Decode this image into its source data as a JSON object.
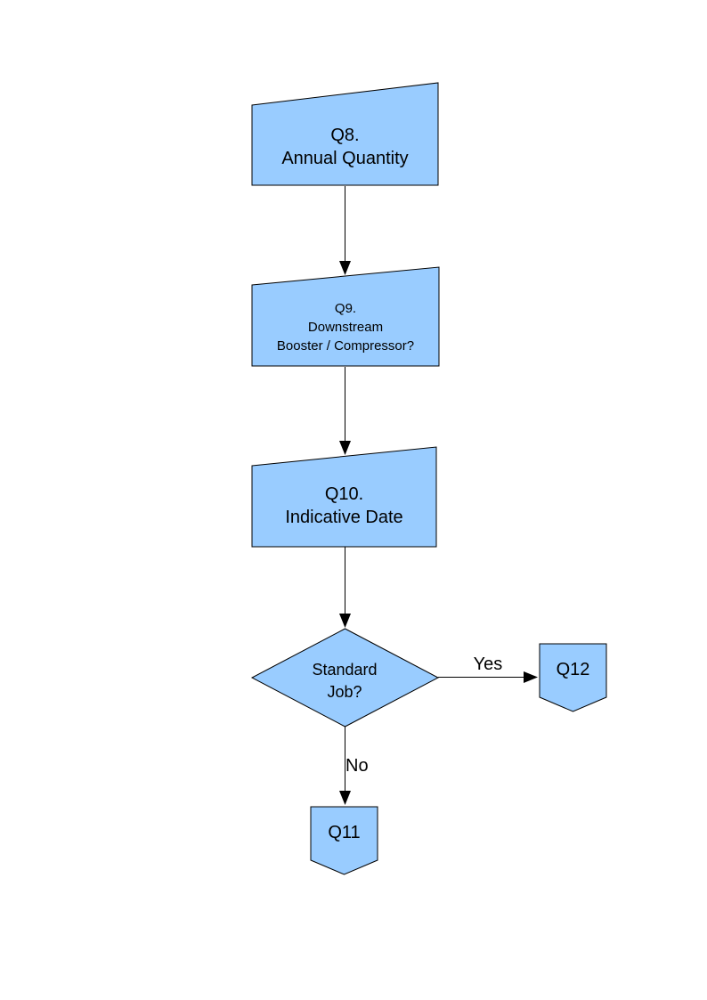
{
  "diagram": {
    "fill_color": "#99CCFF",
    "stroke_color": "#000000",
    "nodes": [
      {
        "id": "q8",
        "type": "manual-input",
        "label": "Q8.\nAnnual Quantity"
      },
      {
        "id": "q9",
        "type": "manual-input",
        "label": "Q9.\nDownstream\nBooster / Compressor?"
      },
      {
        "id": "q10",
        "type": "manual-input",
        "label": "Q10.\nIndicative Date"
      },
      {
        "id": "standard-job",
        "type": "decision",
        "label": "Standard\nJob?"
      },
      {
        "id": "q12",
        "type": "off-page-connector",
        "label": "Q12"
      },
      {
        "id": "q11",
        "type": "off-page-connector",
        "label": "Q11"
      }
    ],
    "edges": [
      {
        "from": "q8",
        "to": "q9",
        "label": ""
      },
      {
        "from": "q9",
        "to": "q10",
        "label": ""
      },
      {
        "from": "q10",
        "to": "standard-job",
        "label": ""
      },
      {
        "from": "standard-job",
        "to": "q12",
        "label": "Yes"
      },
      {
        "from": "standard-job",
        "to": "q11",
        "label": "No"
      }
    ]
  }
}
